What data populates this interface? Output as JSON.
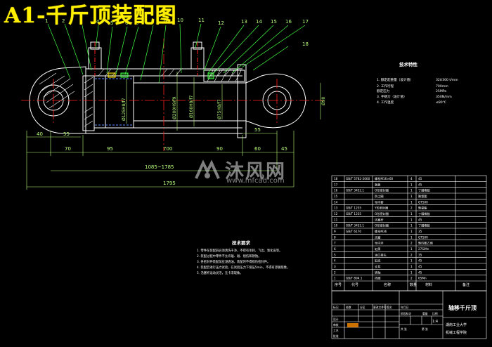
{
  "title": "A1-千斤顶装配图",
  "watermark": {
    "text": "沐风网",
    "url": "www.mfcad.com"
  },
  "balloons": [
    "1",
    "2",
    "3",
    "4",
    "5",
    "6",
    "7",
    "8",
    "9",
    "10",
    "11",
    "12",
    "13",
    "14",
    "15",
    "16",
    "17",
    "18"
  ],
  "dimensions": {
    "d40": "40",
    "d55_left": "55",
    "d70": "70",
    "d95": "95",
    "d700": "700",
    "d90": "90",
    "d60": "60",
    "d45": "45",
    "d55_right": "55",
    "stroke_range": "1085~1785",
    "total": "1795",
    "dia_side": "Ø90"
  },
  "fits": [
    "Ø125H8/f7",
    "Ø200H9/f9",
    "Ø160H8/f7",
    "Ø75H8/f7"
  ],
  "specs": {
    "heading": "技术特性",
    "rows": [
      {
        "label": "1. 额定起重量（设计值）",
        "value": "32t/300 t/mm"
      },
      {
        "label": "2. 工作行程",
        "value": "700mm"
      },
      {
        "label": "   额定压力",
        "value": "25MPa"
      },
      {
        "label": "3. 手柄力（设计值）",
        "value": "350N/mm"
      },
      {
        "label": "4. 工作温度",
        "value": "≤80℃"
      }
    ]
  },
  "requirements": {
    "heading": "技术要求",
    "items": [
      "1. 零件在装配前必须清洗干净，不得有毛刺、飞边、氧化皮等。",
      "2. 装配过程中零件不允许磕、碰、划伤和锈蚀。",
      "3. 各密封件装配前应浸透油，装配时不得损伤密封件。",
      "4. 装配后进行压力试验，在试验压力下保压5min，不得有渗漏现象。",
      "5. 活塞杆运动灵活，无卡滞现象。"
    ]
  },
  "bom": {
    "rows": [
      [
        "18",
        "GB/T 5782-2000",
        "螺栓M16×60",
        "4",
        "45",
        ""
      ],
      [
        "17",
        "",
        "端盖",
        "1",
        "45",
        ""
      ],
      [
        "16",
        "GB/T 3452.1",
        "O形密封圈",
        "1",
        "丁腈橡胶",
        ""
      ],
      [
        "15",
        "",
        "防尘圈",
        "1",
        "聚氨酯",
        ""
      ],
      [
        "14",
        "",
        "导向套",
        "1",
        "QT500",
        ""
      ],
      [
        "13",
        "GB/T 1235",
        "Y形密封圈",
        "2",
        "聚氨酯",
        ""
      ],
      [
        "12",
        "GB/T 1235",
        "O形密封圈",
        "1",
        "丁腈橡胶",
        ""
      ],
      [
        "11",
        "",
        "活塞杆",
        "1",
        "45",
        ""
      ],
      [
        "10",
        "GB/T 3452.1",
        "O形密封圈",
        "1",
        "丁腈橡胶",
        ""
      ],
      [
        "9",
        "GB/T 6170",
        "螺母M36",
        "1",
        "35",
        ""
      ],
      [
        "8",
        "",
        "活塞",
        "1",
        "QT500",
        ""
      ],
      [
        "7",
        "",
        "导向环",
        "2",
        "聚四氟乙烯",
        ""
      ],
      [
        "6",
        "",
        "缸筒",
        "1",
        "27SiMn",
        ""
      ],
      [
        "5",
        "",
        "油口接头",
        "2",
        "35",
        ""
      ],
      [
        "4",
        "",
        "缸底",
        "1",
        "45",
        ""
      ],
      [
        "3",
        "",
        "支耳",
        "1",
        "45",
        ""
      ],
      [
        "2",
        "",
        "销轴",
        "1",
        "45",
        ""
      ],
      [
        "1",
        "GB/T 894.1",
        "挡圈",
        "2",
        "65Mn",
        ""
      ]
    ],
    "header": [
      "序号",
      "代号",
      "名称",
      "数量",
      "材料",
      "备注"
    ]
  },
  "title_block": {
    "drawing_name": "轴移千斤顶",
    "school_line1": "湖南工业大学",
    "school_line2": "机械工程学院",
    "scale": "1:4",
    "labels": [
      "标记",
      "处数",
      "分区",
      "更改文件号",
      "签名",
      "年月日",
      "设计",
      "审核",
      "工艺",
      "批准",
      "阶段标记",
      "重量",
      "比例",
      "共 张",
      "第 张"
    ]
  },
  "colors": {
    "line": "#ffffff",
    "center": "#ff2020",
    "dim": "#b8ff7a",
    "leader": "#40ff40",
    "hidden": "#5a8cff",
    "title": "#ffef00",
    "seal": "#ff8c00"
  }
}
